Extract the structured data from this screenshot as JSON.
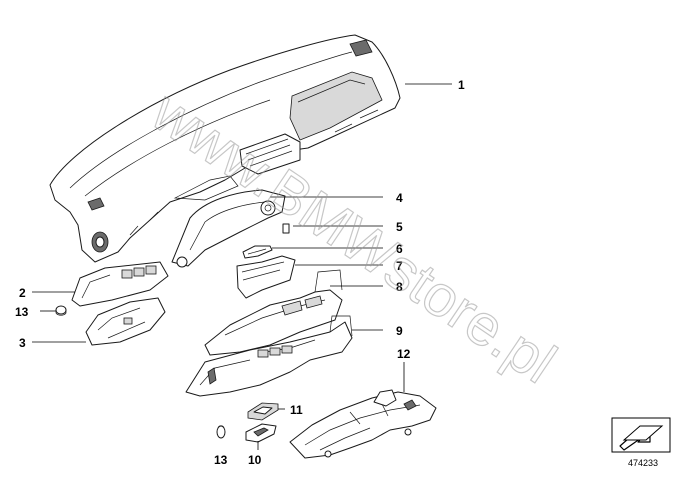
{
  "diagram": {
    "callouts": [
      {
        "id": "1",
        "label": "1"
      },
      {
        "id": "2",
        "label": "2"
      },
      {
        "id": "3",
        "label": "3"
      },
      {
        "id": "4",
        "label": "4"
      },
      {
        "id": "5",
        "label": "5"
      },
      {
        "id": "6",
        "label": "6"
      },
      {
        "id": "7",
        "label": "7"
      },
      {
        "id": "8",
        "label": "8"
      },
      {
        "id": "9",
        "label": "9"
      },
      {
        "id": "10",
        "label": "10"
      },
      {
        "id": "11",
        "label": "11"
      },
      {
        "id": "12",
        "label": "12"
      },
      {
        "id": "13a",
        "label": "13"
      },
      {
        "id": "13b",
        "label": "13"
      }
    ],
    "watermark": "www.BMWstore.pl",
    "diagram_number": "474233"
  }
}
